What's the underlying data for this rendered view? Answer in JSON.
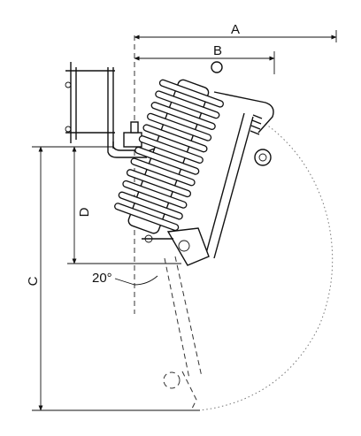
{
  "diagram": {
    "labels": {
      "a": "A",
      "b": "B",
      "c": "C",
      "d": "D",
      "angle": "20°"
    }
  }
}
